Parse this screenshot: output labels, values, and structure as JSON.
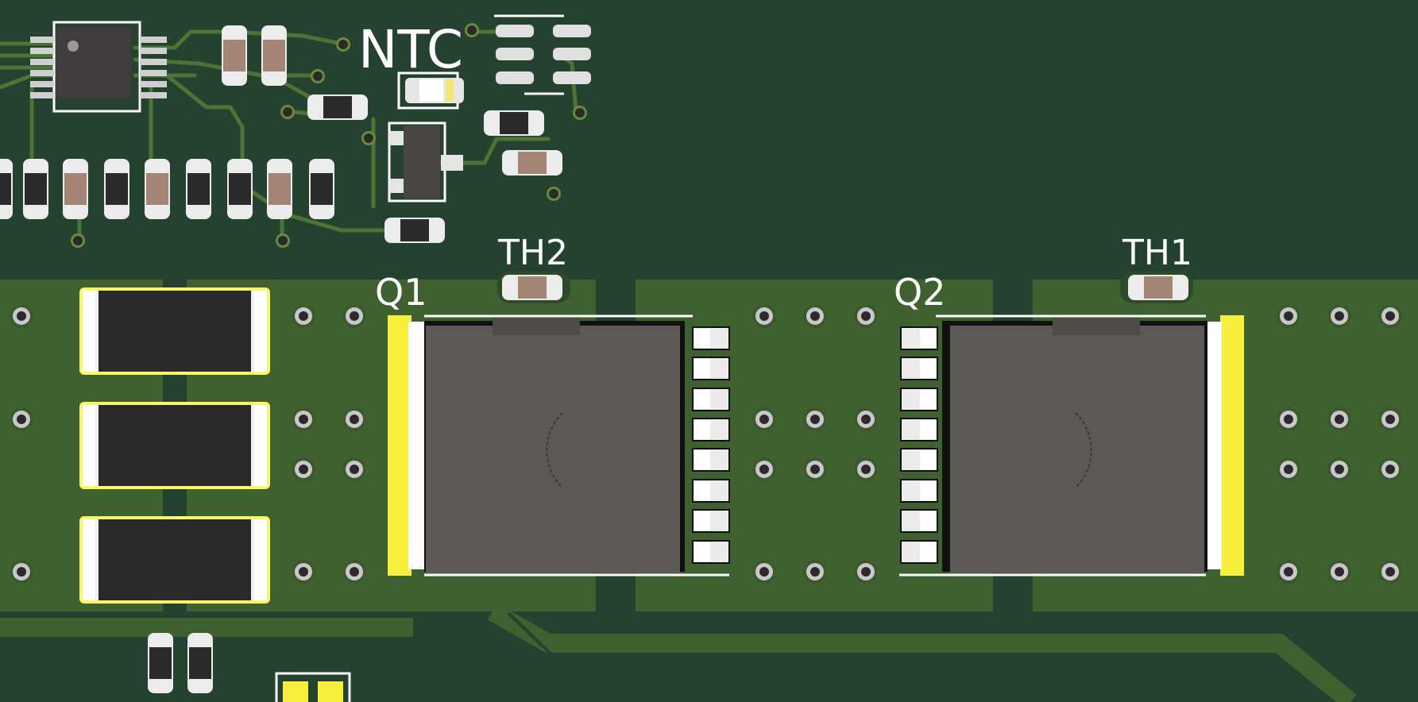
{
  "board": {
    "labels": {
      "ntc": "NTC",
      "th2": "TH2",
      "th1": "TH1",
      "q1": "Q1",
      "q2": "Q2"
    },
    "colors": {
      "substrate": "#25412f",
      "copper": "#3f6130",
      "trace": "#4e7a35",
      "silkscreen": "#ffffff",
      "pad": "#e8e8e8",
      "gold": "#f5ec3a",
      "mosfet_body": "#5b5754",
      "resistor_body": "#a38475",
      "cap_body": "#2b2b2b",
      "via_ring": "#c8c4c8"
    }
  }
}
